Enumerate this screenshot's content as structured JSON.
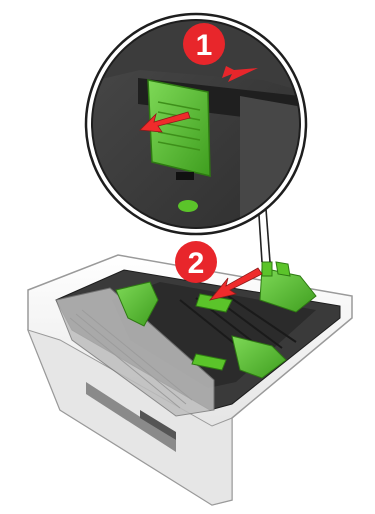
{
  "callouts": [
    {
      "number": "1"
    },
    {
      "number": "2"
    }
  ],
  "colors": {
    "accent_green": "#5bc42a",
    "accent_green_dark": "#3e8f1a",
    "callout_red": "#e8262b",
    "arrow_red": "#ef2b2b",
    "tray_shell": "#f2f2f2",
    "tray_inner": "#3a3a3a",
    "tray_floor": "#2b2b2b"
  },
  "icons": {
    "zoom_lens": "magnifier-circle",
    "arrow": "push-arrow"
  }
}
